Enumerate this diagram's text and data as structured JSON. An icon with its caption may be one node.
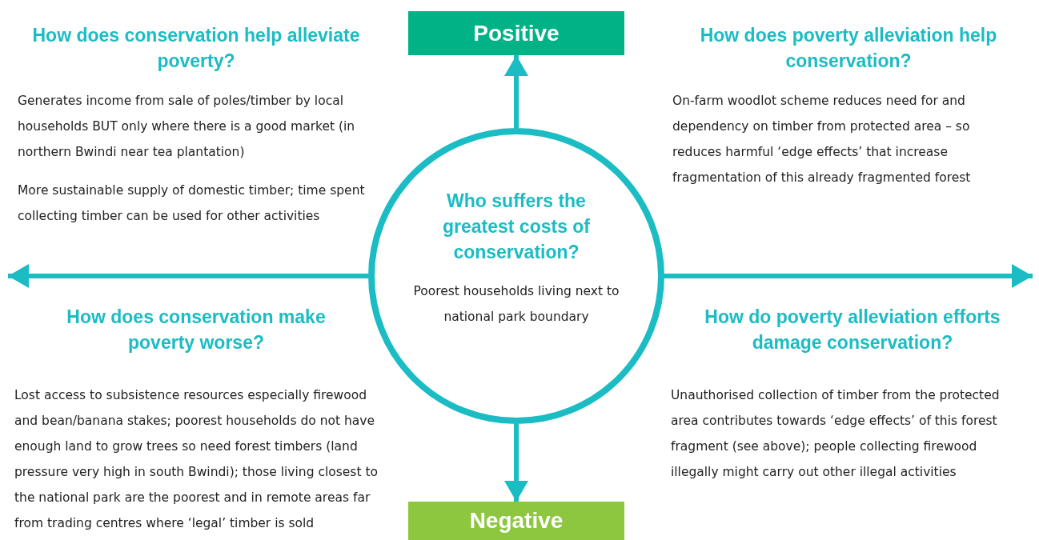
{
  "diagram": {
    "nodes": [
      {
        "text": [
          "Positive"
        ]
      },
      {
        "text": [
          "Negative"
        ]
      },
      {
        "text": [
          "Who suffers the greatest costs of conservation?",
          "Poorest households living next to national park boundary"
        ]
      }
    ],
    "edges": [
      {
        "from": 2,
        "to": 0,
        "arrow": "to"
      },
      {
        "from": 2,
        "to": 1,
        "arrow": "to"
      },
      {
        "from": 2,
        "to": null,
        "arrow": "to"
      },
      {
        "from": 2,
        "to": null,
        "arrow": "to"
      }
    ],
    "labels": [
      "How does conservation help alleviate poverty?",
      "Generates income from sale of poles/timber by local households BUT only where there is a good market (in northern Bwindi near tea plantation)",
      "More sustainable supply of domestic timber; time spent collecting timber can be used for other activities",
      "How does poverty alleviation help conservation?",
      "On-farm woodlot scheme reduces need for and dependency on timber from protected area – so reduces harmful ‘edge effects’ that increase fragmentation of this already fragmented forest",
      "How does conservation make poverty worse?",
      "Lost access to subsistence resources especially firewood and bean/banana stakes; poorest households do not have enough land to grow trees so need forest timbers (land pressure very high in south Bwindi); those living closest to the national park are the poorest and in remote areas far from trading centres where ‘legal’ timber is sold",
      "How do poverty alleviation efforts damage conservation?",
      "Unauthorised collection of timber from the protected area contributes towards ‘edge effects’ of this forest fragment (see above); people collecting firewood illegally might carry out other illegal activities"
    ]
  }
}
